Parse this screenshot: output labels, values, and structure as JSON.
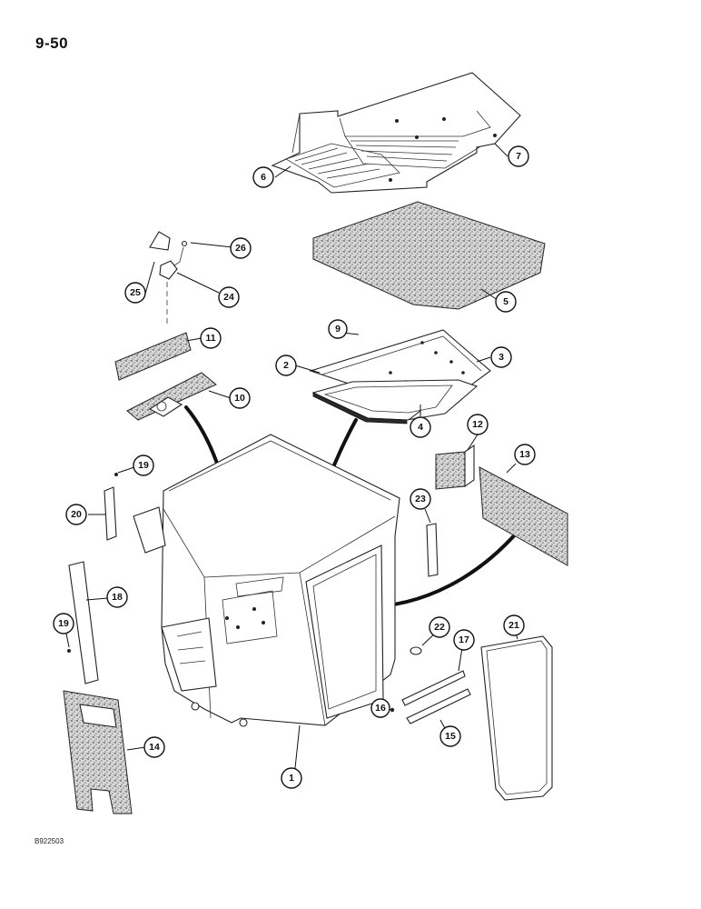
{
  "page": {
    "number": "9-50",
    "figure_code": "B922503"
  },
  "callouts": [
    {
      "id": "callout-1",
      "label": "1"
    },
    {
      "id": "callout-2",
      "label": "2"
    },
    {
      "id": "callout-3",
      "label": "3"
    },
    {
      "id": "callout-4",
      "label": "4"
    },
    {
      "id": "callout-5",
      "label": "5"
    },
    {
      "id": "callout-6",
      "label": "6"
    },
    {
      "id": "callout-7",
      "label": "7"
    },
    {
      "id": "callout-9",
      "label": "9"
    },
    {
      "id": "callout-10",
      "label": "10"
    },
    {
      "id": "callout-11",
      "label": "11"
    },
    {
      "id": "callout-12",
      "label": "12"
    },
    {
      "id": "callout-13",
      "label": "13"
    },
    {
      "id": "callout-14",
      "label": "14"
    },
    {
      "id": "callout-15",
      "label": "15"
    },
    {
      "id": "callout-16",
      "label": "16"
    },
    {
      "id": "callout-17",
      "label": "17"
    },
    {
      "id": "callout-18",
      "label": "18"
    },
    {
      "id": "callout-19a",
      "label": "19"
    },
    {
      "id": "callout-19b",
      "label": "19"
    },
    {
      "id": "callout-20",
      "label": "20"
    },
    {
      "id": "callout-21",
      "label": "21"
    },
    {
      "id": "callout-22",
      "label": "22"
    },
    {
      "id": "callout-23",
      "label": "23"
    },
    {
      "id": "callout-24",
      "label": "24"
    },
    {
      "id": "callout-25",
      "label": "25"
    },
    {
      "id": "callout-26",
      "label": "26"
    }
  ]
}
